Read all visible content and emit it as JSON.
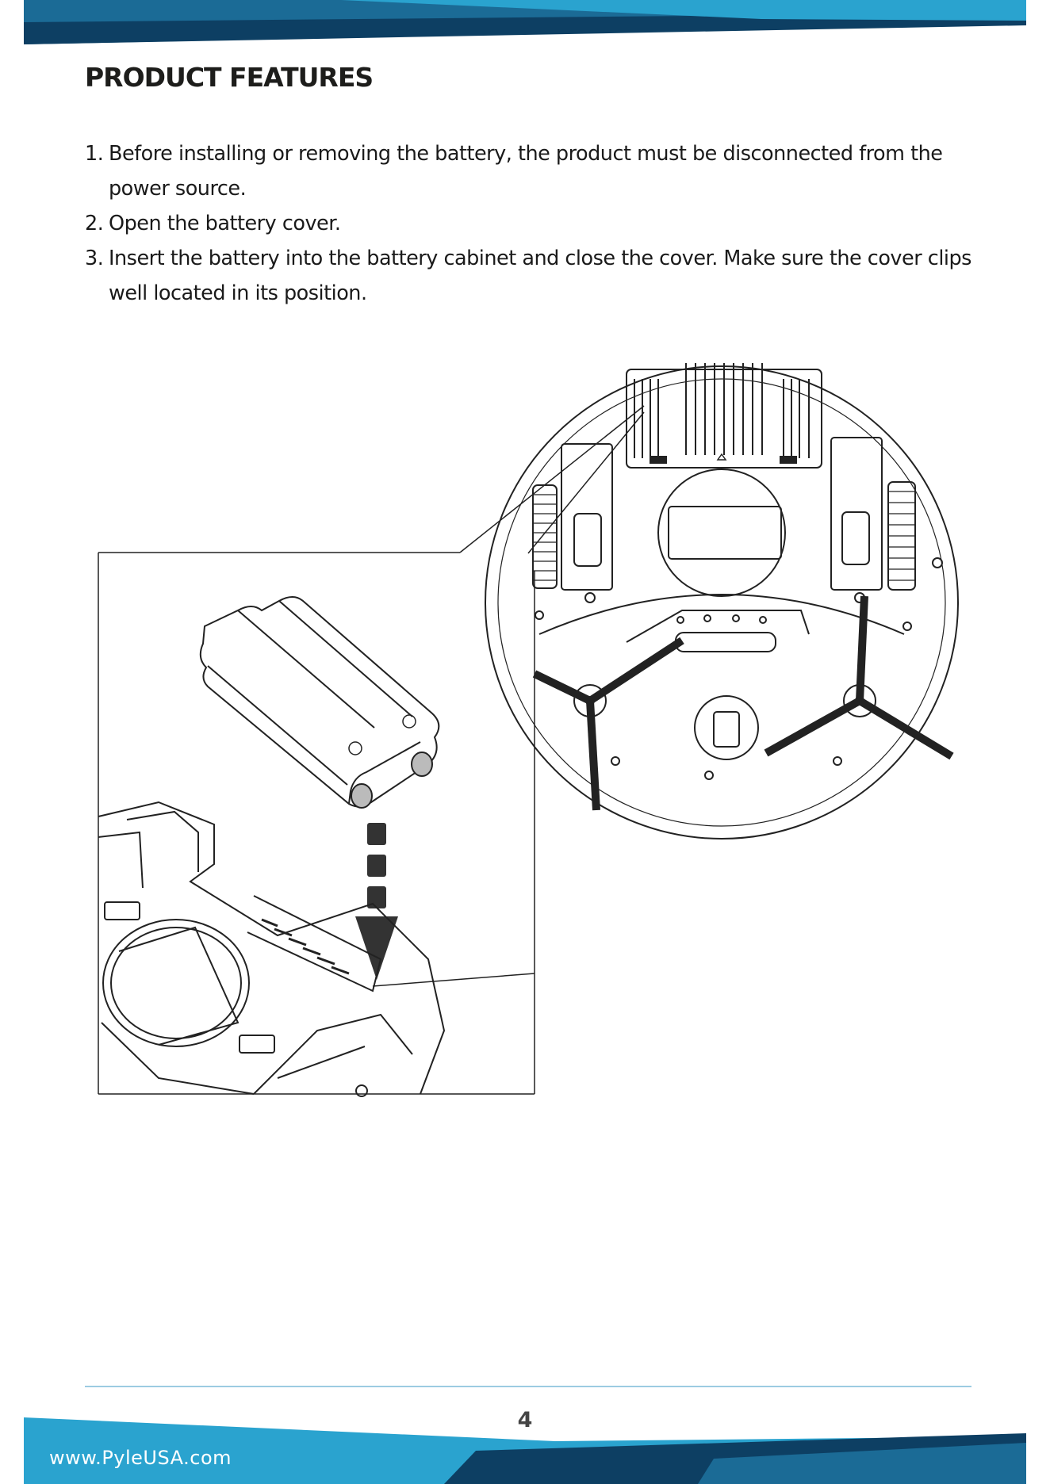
{
  "header": {
    "title": "PRODUCT FEATURES",
    "band_colors": {
      "dark": "#0d3f63",
      "mid": "#1b6b96",
      "light": "#2aa3cf"
    }
  },
  "steps": [
    {
      "num": "1.",
      "text": "Before installing or removing the battery, the product must be disconnected from the power source."
    },
    {
      "num": "2.",
      "text": "Open the battery cover."
    },
    {
      "num": "3.",
      "text": "Insert the battery into the battery cabinet and close the cover. Make sure the cover clips well located in its position."
    }
  ],
  "figure": {
    "icons": [
      "robot-vacuum-underside-illustration",
      "battery-pack-illustration",
      "down-arrow-icon",
      "battery-compartment-illustration"
    ]
  },
  "footer": {
    "page_number": "4",
    "url": "www.PyleUSA.com",
    "band_colors": {
      "dark": "#0d3f63",
      "light": "#2aa3cf"
    }
  }
}
